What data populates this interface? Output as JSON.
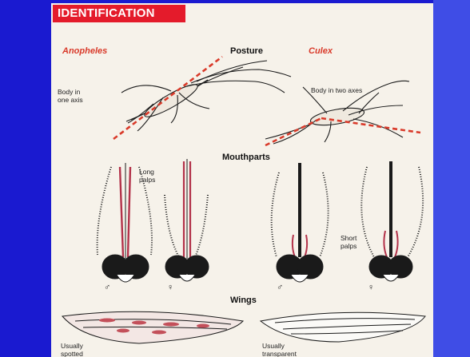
{
  "header": {
    "badge": "IDENTIFICATION"
  },
  "species": {
    "left": "Anopheles",
    "right": "Culex"
  },
  "sections": {
    "posture": "Posture",
    "mouthparts": "Mouthparts",
    "wings": "Wings"
  },
  "notes": {
    "body_one_axis_1": "Body in",
    "body_one_axis_2": "one axis",
    "body_two_axes": "Body in two axes",
    "long_palps_1": "Long",
    "long_palps_2": "palps",
    "short_palps_1": "Short",
    "short_palps_2": "palps",
    "usually_spotted_1": "Usually",
    "usually_spotted_2": "spotted",
    "usually_transparent_1": "Usually",
    "usually_transparent_2": "transparent"
  },
  "symbols": {
    "male": "♂",
    "female": "♀"
  },
  "colors": {
    "background": "#1a1ad0",
    "paper": "#f6f2ea",
    "badge": "#e41b2b",
    "accent": "#d93a2a",
    "ink": "#1a1a1a"
  }
}
